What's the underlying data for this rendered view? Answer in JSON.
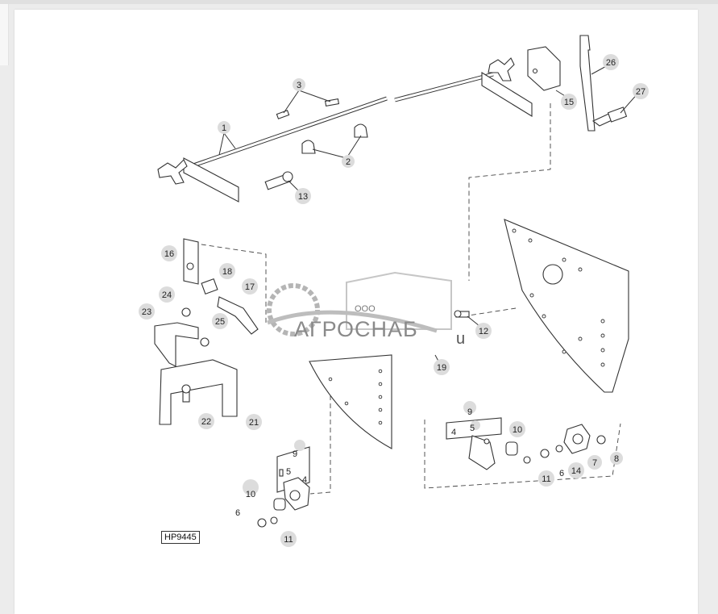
{
  "diagram": {
    "code": "HP9445",
    "watermark": {
      "company": "ООО",
      "brand": "АГРОСНАБ",
      "suffix": "u"
    },
    "callouts": [
      "1",
      "2",
      "3",
      "13",
      "15",
      "26",
      "27",
      "16",
      "18",
      "17",
      "24",
      "23",
      "25",
      "12",
      "19",
      "21",
      "22",
      "9",
      "5",
      "4",
      "10",
      "6",
      "11",
      "9",
      "5",
      "4",
      "10",
      "7",
      "8",
      "14",
      "6",
      "11"
    ]
  }
}
